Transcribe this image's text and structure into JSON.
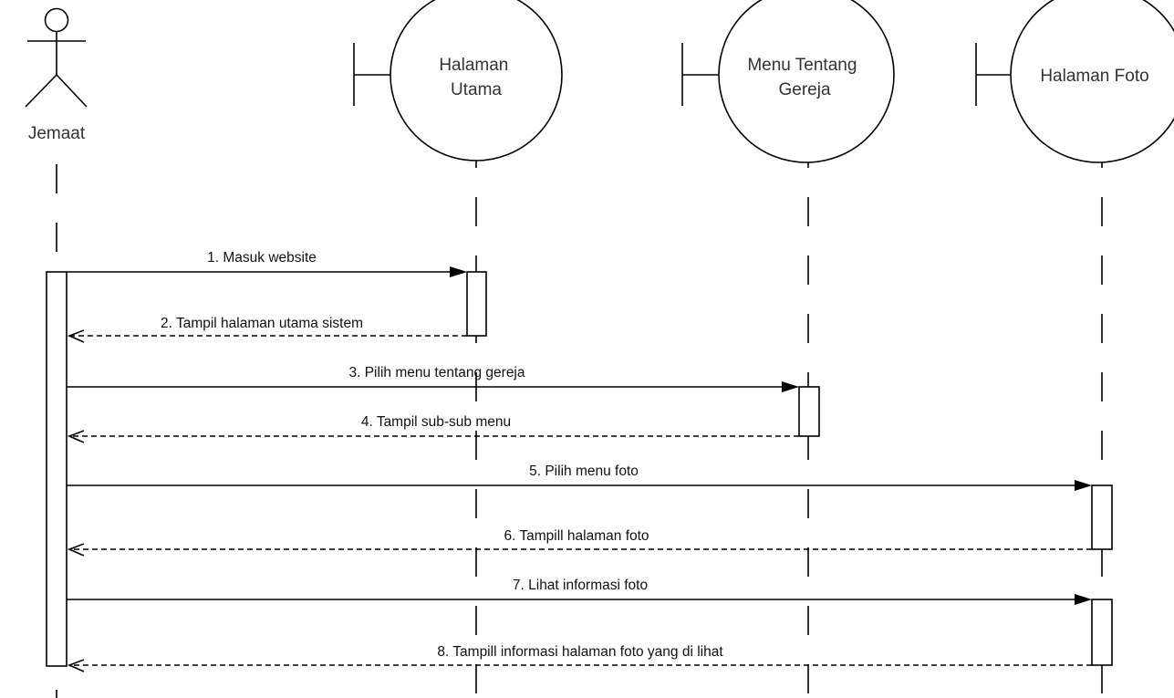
{
  "participants": [
    {
      "id": "jemaat",
      "type": "actor",
      "label": "Jemaat"
    },
    {
      "id": "halaman_utama",
      "type": "boundary",
      "label": "Halaman Utama",
      "label_lines": [
        "Halaman",
        "Utama"
      ]
    },
    {
      "id": "menu_tentang_gereja",
      "type": "boundary",
      "label": "Menu Tentang Gereja",
      "label_lines": [
        "Menu Tentang",
        "Gereja"
      ]
    },
    {
      "id": "halaman_foto",
      "type": "boundary",
      "label": "Halaman Foto",
      "label_lines": [
        "Halaman Foto"
      ]
    }
  ],
  "messages": [
    {
      "number": 1,
      "text": "1. Masuk website",
      "from": "jemaat",
      "to": "halaman_utama",
      "kind": "sync"
    },
    {
      "number": 2,
      "text": "2. Tampil halaman utama sistem",
      "from": "halaman_utama",
      "to": "jemaat",
      "kind": "return"
    },
    {
      "number": 3,
      "text": "3. Pilih menu tentang gereja",
      "from": "jemaat",
      "to": "menu_tentang_gereja",
      "kind": "sync"
    },
    {
      "number": 4,
      "text": "4. Tampil sub-sub menu",
      "from": "menu_tentang_gereja",
      "to": "jemaat",
      "kind": "return"
    },
    {
      "number": 5,
      "text": "5. Pilih menu foto",
      "from": "jemaat",
      "to": "halaman_foto",
      "kind": "sync"
    },
    {
      "number": 6,
      "text": "6. Tampill halaman foto",
      "from": "halaman_foto",
      "to": "jemaat",
      "kind": "return"
    },
    {
      "number": 7,
      "text": "7. Lihat informasi foto",
      "from": "jemaat",
      "to": "halaman_foto",
      "kind": "sync"
    },
    {
      "number": 8,
      "text": "8. Tampill informasi halaman foto yang di lihat",
      "from": "halaman_foto",
      "to": "jemaat",
      "kind": "return"
    }
  ],
  "colors": {
    "line": "#000000",
    "text": "#333333",
    "background": "#ffffff"
  }
}
